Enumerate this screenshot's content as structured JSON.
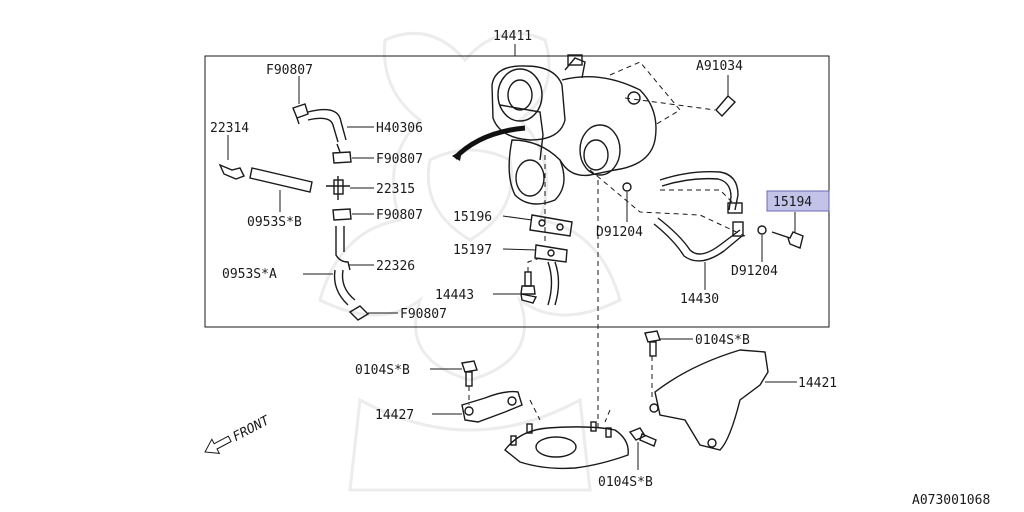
{
  "diagram": {
    "assembly_label": "14411",
    "highlight_label": "15194",
    "reference_code": "A073001068",
    "front_label": "FRONT",
    "callouts": {
      "f90807_top": "F90807",
      "h40306": "H40306",
      "p22314": "22314",
      "f90807_2": "F90807",
      "p22315": "22315",
      "f90807_3": "F90807",
      "p0953s_b": "0953S*B",
      "p15196": "15196",
      "p15197": "15197",
      "p22326": "22326",
      "p0953s_a": "0953S*A",
      "p14443": "14443",
      "f90807_bottom": "F90807",
      "a91034": "A91034",
      "d91204_left": "D91204",
      "d91204_right": "D91204",
      "p14430": "14430",
      "p0104s_b_right": "0104S*B",
      "p0104s_b_left": "0104S*B",
      "p14421": "14421",
      "p14427": "14427",
      "p0104s_b_bottom": "0104S*B"
    }
  }
}
